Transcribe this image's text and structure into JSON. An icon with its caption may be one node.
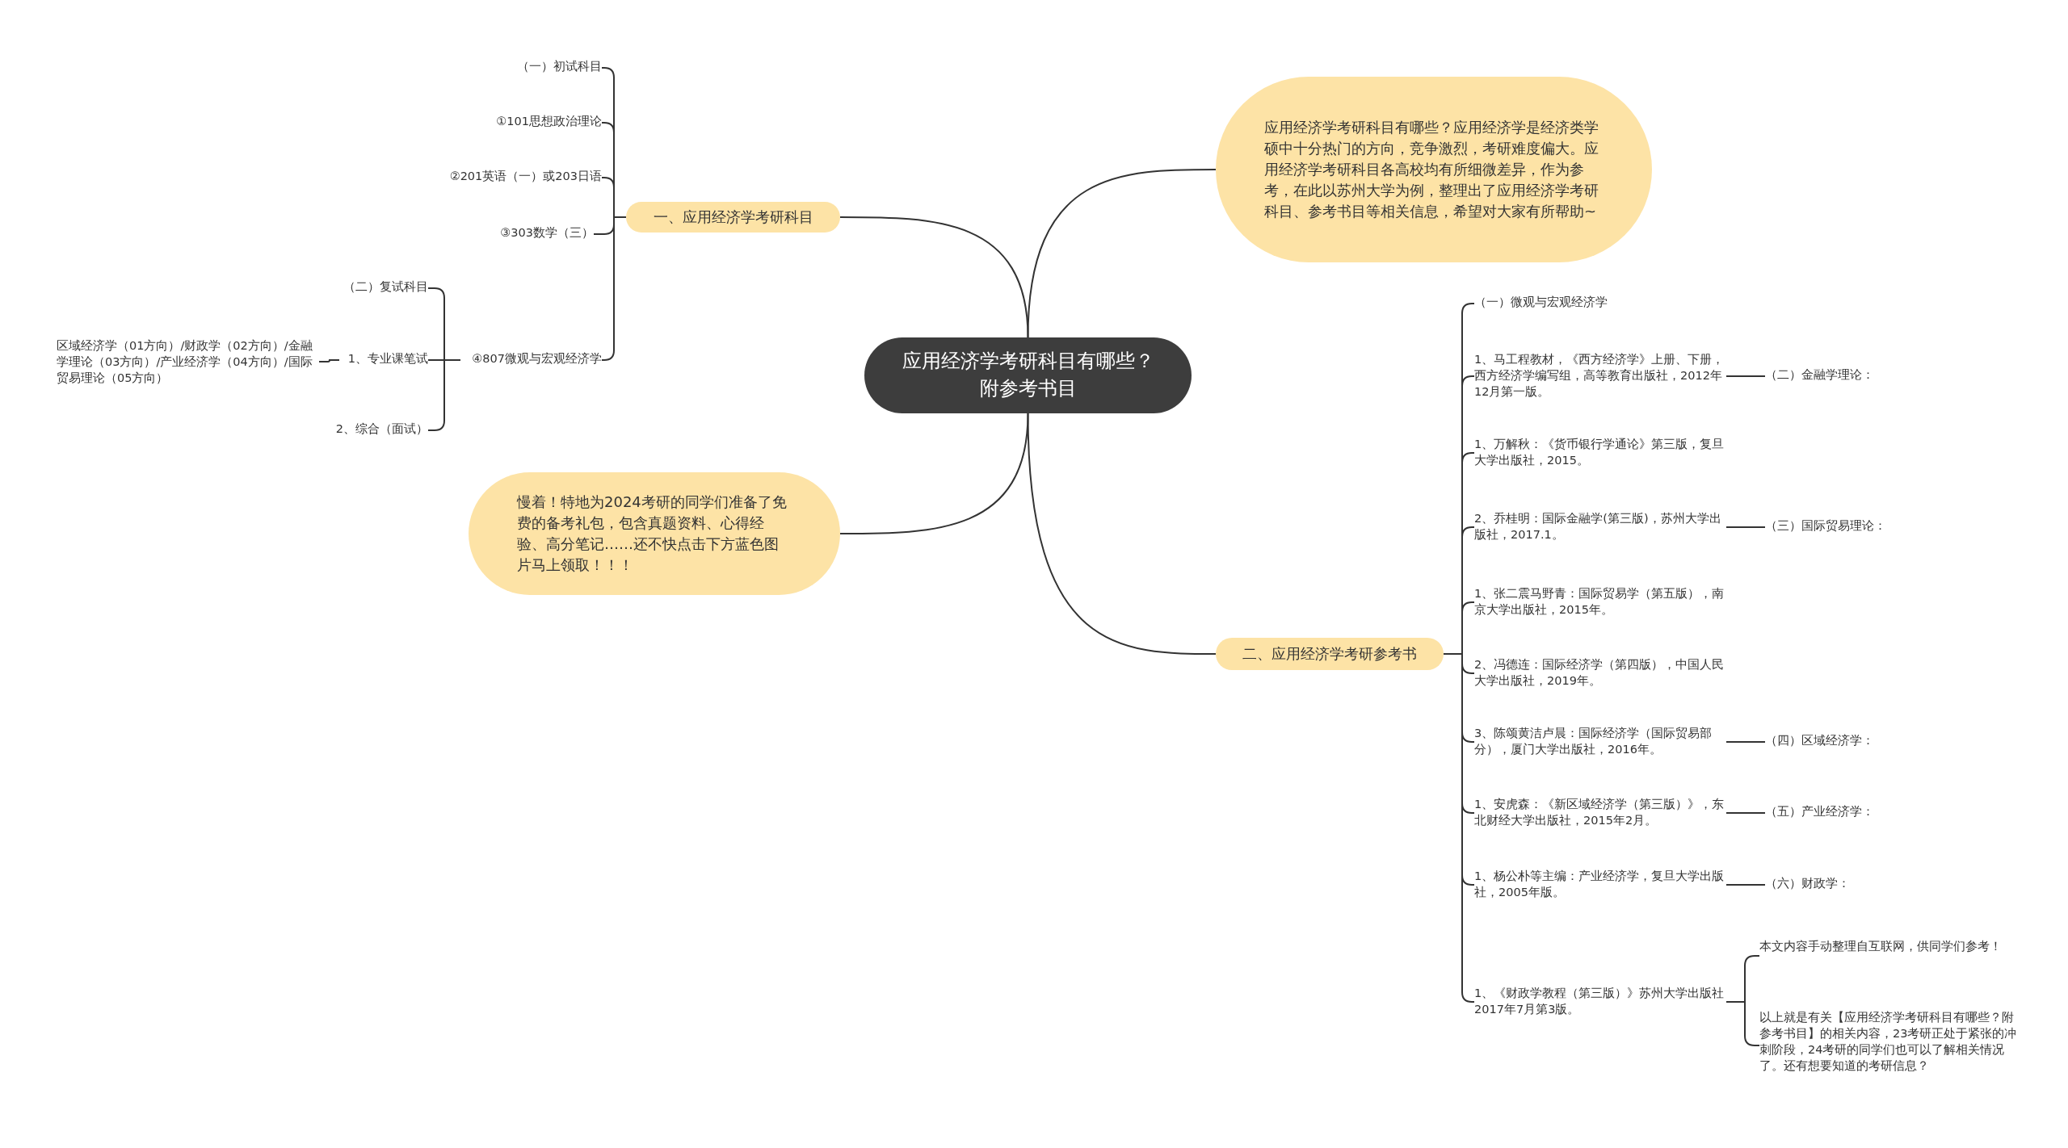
{
  "diagram": {
    "nodes": [
      {
        "text": [
          "应用经济学考研科目有哪些？附参考书目"
        ]
      },
      {
        "text": [
          "应用经济学考研科目有哪些？应用经济学是经济类学硕中十分热门的方向，竞争激烈，考研难度偏大。应用经济学考研科目各高校均有所细微差异，作为参考，在此以苏州大学为例，整理出了应用经济学考研科目、参考书目等相关信息，希望对大家有所帮助~"
        ]
      },
      {
        "text": [
          "一、应用经济学考研科目"
        ]
      },
      {
        "text": [
          "慢着！特地为2024考研的同学们准备了免费的备考礼包，包含真题资料、心得经验、高分笔记……还不快点击下方蓝色图片马上领取！！！"
        ]
      },
      {
        "text": [
          "二、应用经济学考研参考书"
        ]
      },
      {
        "text": [
          "（一）初试科目"
        ]
      },
      {
        "text": [
          "①101思想政治理论"
        ]
      },
      {
        "text": [
          "②201英语（一）或203日语"
        ]
      },
      {
        "text": [
          "③303数学（三）"
        ]
      },
      {
        "text": [
          "④807微观与宏观经济学"
        ]
      },
      {
        "text": [
          "（二）复试科目"
        ]
      },
      {
        "text": [
          "1、专业课笔试"
        ]
      },
      {
        "text": [
          "2、综合（面试）"
        ]
      },
      {
        "text": [
          "区域经济学（01方向）/财政学（02方向）/金融学理论（03方向）/产业经济学（04方向）/国际贸易理论（05方向）"
        ]
      },
      {
        "text": [
          "（一）微观与宏观经济学"
        ]
      },
      {
        "text": [
          "1、马工程教材，《西方经济学》上册、下册，西方经济学编写组，高等教育出版社，2012年12月第一版。"
        ]
      },
      {
        "text": [
          "1、万解秋：《货币银行学通论》第三版，复旦大学出版社，2015。"
        ]
      },
      {
        "text": [
          "2、乔桂明：国际金融学(第三版)，苏州大学出版社，2017.1。"
        ]
      },
      {
        "text": [
          "1、张二震马野青：国际贸易学（第五版），南京大学出版社，2015年。"
        ]
      },
      {
        "text": [
          "2、冯德连：国际经济学（第四版），中国人民大学出版社，2019年。"
        ]
      },
      {
        "text": [
          "3、陈颂黄洁卢晨：国际经济学（国际贸易部分），厦门大学出版社，2016年。"
        ]
      },
      {
        "text": [
          "1、安虎森：《新区域经济学（第三版）》，东北财经大学出版社，2015年2月。"
        ]
      },
      {
        "text": [
          "1、杨公朴等主编：产业经济学，复旦大学出版社，2005年版。"
        ]
      },
      {
        "text": [
          "1、《财政学教程（第三版）》苏州大学出版社2017年7月第3版。"
        ]
      },
      {
        "text": [
          "（二）金融学理论："
        ]
      },
      {
        "text": [
          "（三）国际贸易理论："
        ]
      },
      {
        "text": [
          "（四）区域经济学："
        ]
      },
      {
        "text": [
          "（五）产业经济学："
        ]
      },
      {
        "text": [
          "（六）财政学："
        ]
      },
      {
        "text": [
          "本文内容手动整理自互联网，供同学们参考！"
        ]
      },
      {
        "text": [
          "以上就是有关【应用经济学考研科目有哪些？附参考书目】的相关内容，23考研正处于紧张的冲刺阶段，24考研的同学们也可以了解相关情况了。还有想要知道的考研信息？"
        ]
      }
    ],
    "edges": [
      {
        "from": 0,
        "to": 1,
        "arrow": "none"
      },
      {
        "from": 0,
        "to": 2,
        "arrow": "none"
      },
      {
        "from": 0,
        "to": 3,
        "arrow": "none"
      },
      {
        "from": 0,
        "to": 4,
        "arrow": "none"
      },
      {
        "from": 2,
        "to": 5,
        "arrow": "none"
      },
      {
        "from": 2,
        "to": 6,
        "arrow": "none"
      },
      {
        "from": 2,
        "to": 7,
        "arrow": "none"
      },
      {
        "from": 2,
        "to": 8,
        "arrow": "none"
      },
      {
        "from": 2,
        "to": 9,
        "arrow": "none"
      },
      {
        "from": 9,
        "to": 10,
        "arrow": "none"
      },
      {
        "from": 9,
        "to": 11,
        "arrow": "none"
      },
      {
        "from": 9,
        "to": 12,
        "arrow": "none"
      },
      {
        "from": 11,
        "to": 13,
        "arrow": "none"
      },
      {
        "from": 4,
        "to": 14,
        "arrow": "none"
      },
      {
        "from": 4,
        "to": 15,
        "arrow": "none"
      },
      {
        "from": 4,
        "to": 16,
        "arrow": "none"
      },
      {
        "from": 4,
        "to": 17,
        "arrow": "none"
      },
      {
        "from": 4,
        "to": 18,
        "arrow": "none"
      },
      {
        "from": 4,
        "to": 19,
        "arrow": "none"
      },
      {
        "from": 4,
        "to": 20,
        "arrow": "none"
      },
      {
        "from": 4,
        "to": 21,
        "arrow": "none"
      },
      {
        "from": 4,
        "to": 22,
        "arrow": "none"
      },
      {
        "from": 4,
        "to": 23,
        "arrow": "none"
      },
      {
        "from": 15,
        "to": 24,
        "arrow": "none"
      },
      {
        "from": 17,
        "to": 25,
        "arrow": "none"
      },
      {
        "from": 20,
        "to": 26,
        "arrow": "none"
      },
      {
        "from": 21,
        "to": 27,
        "arrow": "none"
      },
      {
        "from": 22,
        "to": 28,
        "arrow": "none"
      },
      {
        "from": 23,
        "to": 29,
        "arrow": "none"
      },
      {
        "from": 23,
        "to": 30,
        "arrow": "none"
      }
    ]
  }
}
